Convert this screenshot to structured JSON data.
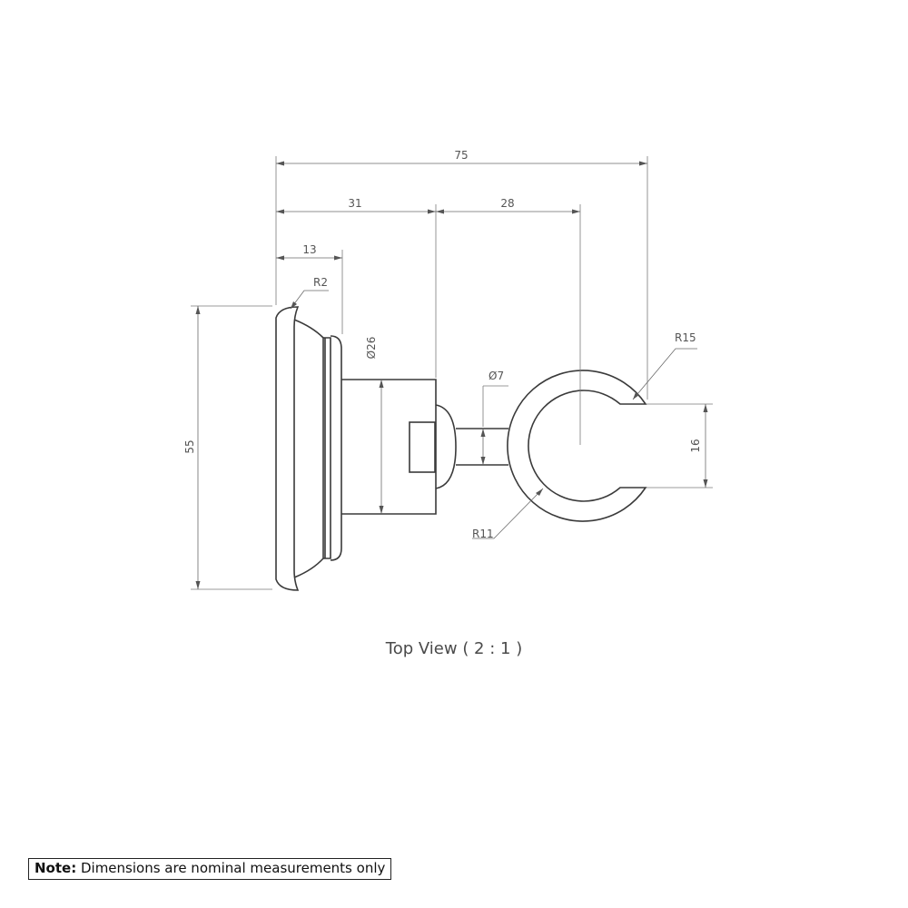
{
  "drawing": {
    "dimensions": {
      "overall_length": "75",
      "base_to_neck": "31",
      "neck_to_center": "28",
      "flange_width": "13",
      "flange_radius": "R2",
      "neck_diameter": "Ø26",
      "stem_diameter": "Ø7",
      "outer_radius": "R15",
      "inner_radius": "R11",
      "opening_width": "16",
      "base_height": "55"
    }
  },
  "caption": "Top View ( 2 : 1 )",
  "note": {
    "label": "Note:",
    "text": " Dimensions are nominal measurements only"
  }
}
